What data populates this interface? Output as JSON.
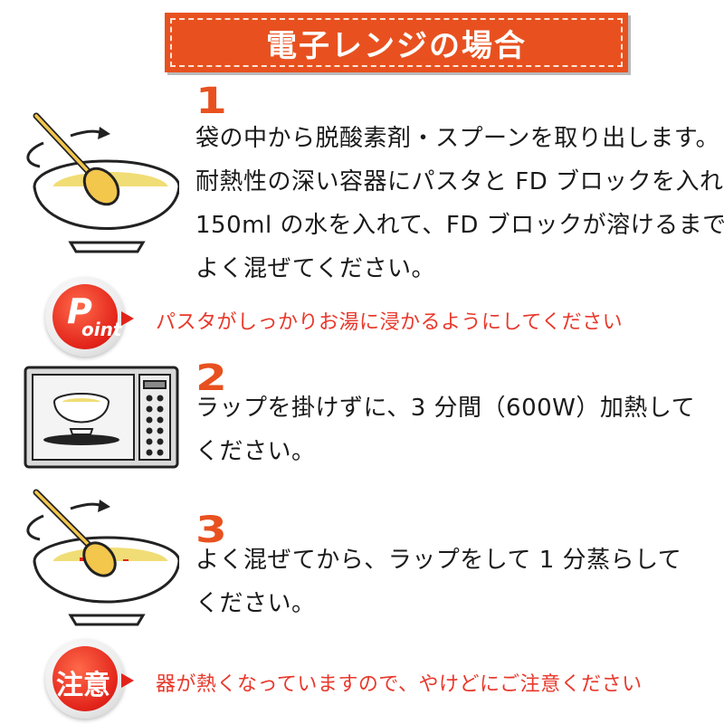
{
  "title": "電子レンジの場合",
  "steps": [
    {
      "number": "1",
      "lines": [
        "袋の中から脱酸素剤・スプーンを取り出します。",
        "耐熱性の深い容器にパスタと FD ブロックを入れ、",
        "150ml の水を入れて、FD ブロックが溶けるまで",
        "よく混ぜてください。"
      ]
    },
    {
      "number": "2",
      "lines": [
        "ラップを掛けずに、3 分間（600W）加熱して",
        "ください。"
      ]
    },
    {
      "number": "3",
      "lines": [
        "よく混ぜてから、ラップをして 1 分蒸らして",
        "ください。"
      ]
    }
  ],
  "point": {
    "badge_big": "P",
    "badge_small": "oint",
    "text": "パスタがしっかりお湯に浸かるようにしてください"
  },
  "caution": {
    "badge": "注意",
    "text": "器が熱くなっていますので、やけどにご注意ください"
  },
  "colors": {
    "accent": "#e8511f",
    "badge_red": "#e2231a",
    "note_red": "#e8382b",
    "text": "#1a1a1a"
  }
}
